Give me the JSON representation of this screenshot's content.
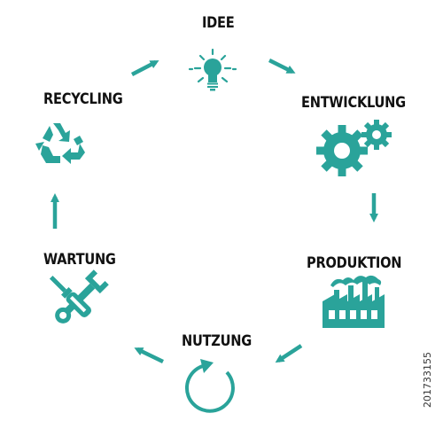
{
  "colors": {
    "accent": "#2aa39a",
    "text": "#111111",
    "background": "#ffffff"
  },
  "stages": [
    {
      "key": "idee",
      "label": "IDEE",
      "icon": "light-bulb-icon"
    },
    {
      "key": "entwicklung",
      "label": "ENTWICKLUNG",
      "icon": "gears-icon"
    },
    {
      "key": "produktion",
      "label": "PRODUKTION",
      "icon": "factory-icon"
    },
    {
      "key": "nutzung",
      "label": "NUTZUNG",
      "icon": "circular-arrow-icon"
    },
    {
      "key": "wartung",
      "label": "WARTUNG",
      "icon": "wrench-screwdriver-icon"
    },
    {
      "key": "recycling",
      "label": "RECYCLING",
      "icon": "recycling-icon"
    }
  ],
  "stock_id": "201733155"
}
